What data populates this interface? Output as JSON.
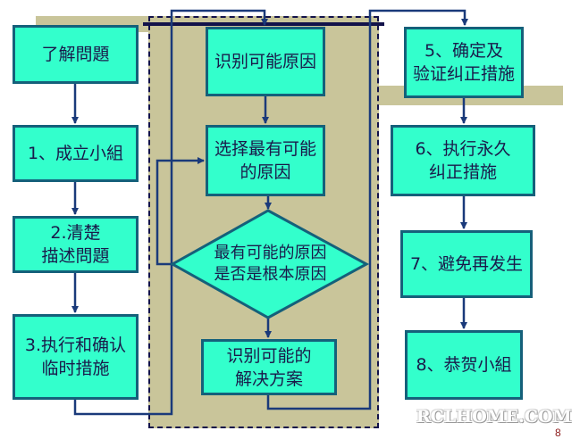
{
  "boxes": {
    "understand": "了解問題",
    "step1": "1、成立小組",
    "step2": "2.清楚\n描述問題",
    "step3": "3.执行和确认\n临时措施",
    "identify_causes": "识别可能原因",
    "select_cause": "选择最有可能\n的原因",
    "root_cause_question": "最有可能的原因\n是否是根本原因",
    "identify_solutions": "识别可能的\n解决方案",
    "step5": "5、确定及\n验证纠正措施",
    "step6": "6、执行永久\n纠正措施",
    "step7": "7、避免再发生",
    "step8": "8、恭贺小組"
  },
  "watermark": "RCLHOME.COM",
  "page_number": "8",
  "colors": {
    "box_fill": "#33ffcc",
    "box_border": "#15607a",
    "panel": "#c9c59a",
    "line": "#1a3a7a"
  }
}
